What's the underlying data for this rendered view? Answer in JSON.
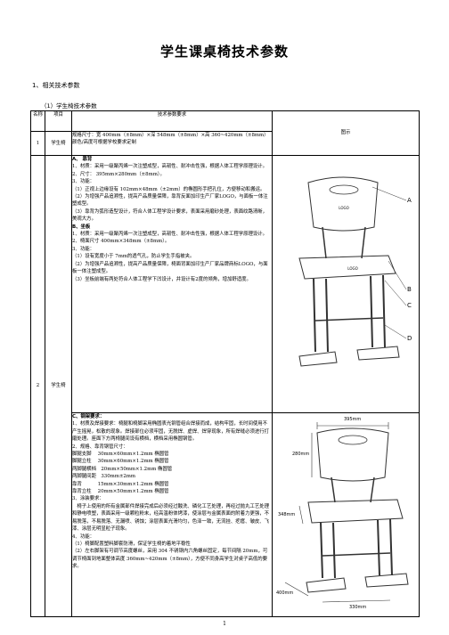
{
  "title": "学生课桌椅技术参数",
  "section1": "1、相关技术参数",
  "section2": "（1）学生椅技术参数",
  "table": {
    "headers": [
      "名称",
      "项目",
      "技术参数要求",
      "图示"
    ],
    "row1": {
      "no": "1",
      "item": "学生椅",
      "spec": "规格尺寸：宽 400mm（±8mm）×深 548mm（±8mm）×高 360~420mm（±8mm）颜色/高度可根据学校要求定制"
    },
    "row2": {
      "no": "2",
      "item": "学生椅",
      "partA": [
        "A、 靠背",
        "1、材质：采用一级聚丙烯一次注塑成型，高韧性、耐冲击性强，根据人体工程学原理设计。",
        "2、尺寸： 395mm×280mm（±8mm）。",
        "3、功能：",
        "（1）正视上边缘设有 102mm×48mm（±2mm）的椭圆形手把孔位，方便移动和搬运。",
        "（2）为增强产品追溯性，提高产品质量保障，靠背反面加印生产厂家LOGO，与面板一体注塑成型。",
        "（3）靠背为弧形造型设计，符合人体工程学设计要求，表面采用磨砂处理，表面纹路清晰，美观大方。",
        "B、坐板",
        "1、材质：采用一级聚丙烯一次注塑成型，高韧性、耐冲击性强，根据人体工程学原理设计。",
        "2、椅面尺寸 400mm×348mm（±8mm）。",
        "3、功能：",
        "（1）设有宽度小于 7mm的透气孔，防止学生手指被夹。",
        "（2）为增强产品追溯性，提高产品质量保障，椅面背面加印生产厂家品牌商标LOGO，与面板一体注塑成型。",
        "（3）坐板前端有两处符合人体工程学下凹设计，并设计有2度的倾角，增加舒适度。"
      ],
      "partC": [
        "C、钢架要求：",
        "1、材质及焊接要求：椅腿和椅脚采用椭圆表光钢管组合焊接而成，结构牢固，长时间使用不产生摇晃，松散的现象。焊接部位必须牢固，无脱焊、虚焊、焊穿现象，所有焊缝必须进行打磨处理。座面下方两椅腿间设有横档，横档采用椭圆钢管。",
        "2、规格、靠背钢管尺寸：",
        "脚腿支脚 　30mm×60mm×1.2mm 椭圆管",
        "脚腿立柱 　30mm×60mm×1.2mm 椭圆管",
        "两脚腿横档　20mm×50mm×1.2mm 椭圆管",
        "两脚腿间距　330mm±2mm",
        "靠背 　　　15mm×30mm×1.2mm 椭圆管",
        "靠背立柱 　20mm×50mm×1.2mm 椭圆管",
        "3、涂装要求：",
        "　椅子上使用的所有金属部件焊接完成后必须经过酸洗、磷化工艺处理，再经过抛丸工艺处理和静电喷塑，表面采用一级颗粒粉末，经高温粉体烤漆，使涂层与金属表面的附着力更强，不易脱落，不易脱落、无漏喷、锈蚀；涂层表面光滑均匀，色泽一致，无流挂、疙瘩、皱皮、飞漆、涂层无明显粒子现象。",
        "4、功能：",
        "（1）椅脚配置塑料脚套防滑，保证学生椅的着地平稳性",
        "（2）左右脚架有可调节高度螺丝，采用 304 不锈钢内六角螺丝固定，每节间隔 20mm，可调节椅面到地面整体高度 360mm~420mm（±8mm），方便不同身高学生对桌子高低的要求。"
      ]
    },
    "figure_labels": [
      "A",
      "B",
      "C",
      "D"
    ],
    "dimensions": [
      "395mm",
      "280mm",
      "348mm",
      "400mm",
      "330mm"
    ]
  },
  "page_number": "1"
}
